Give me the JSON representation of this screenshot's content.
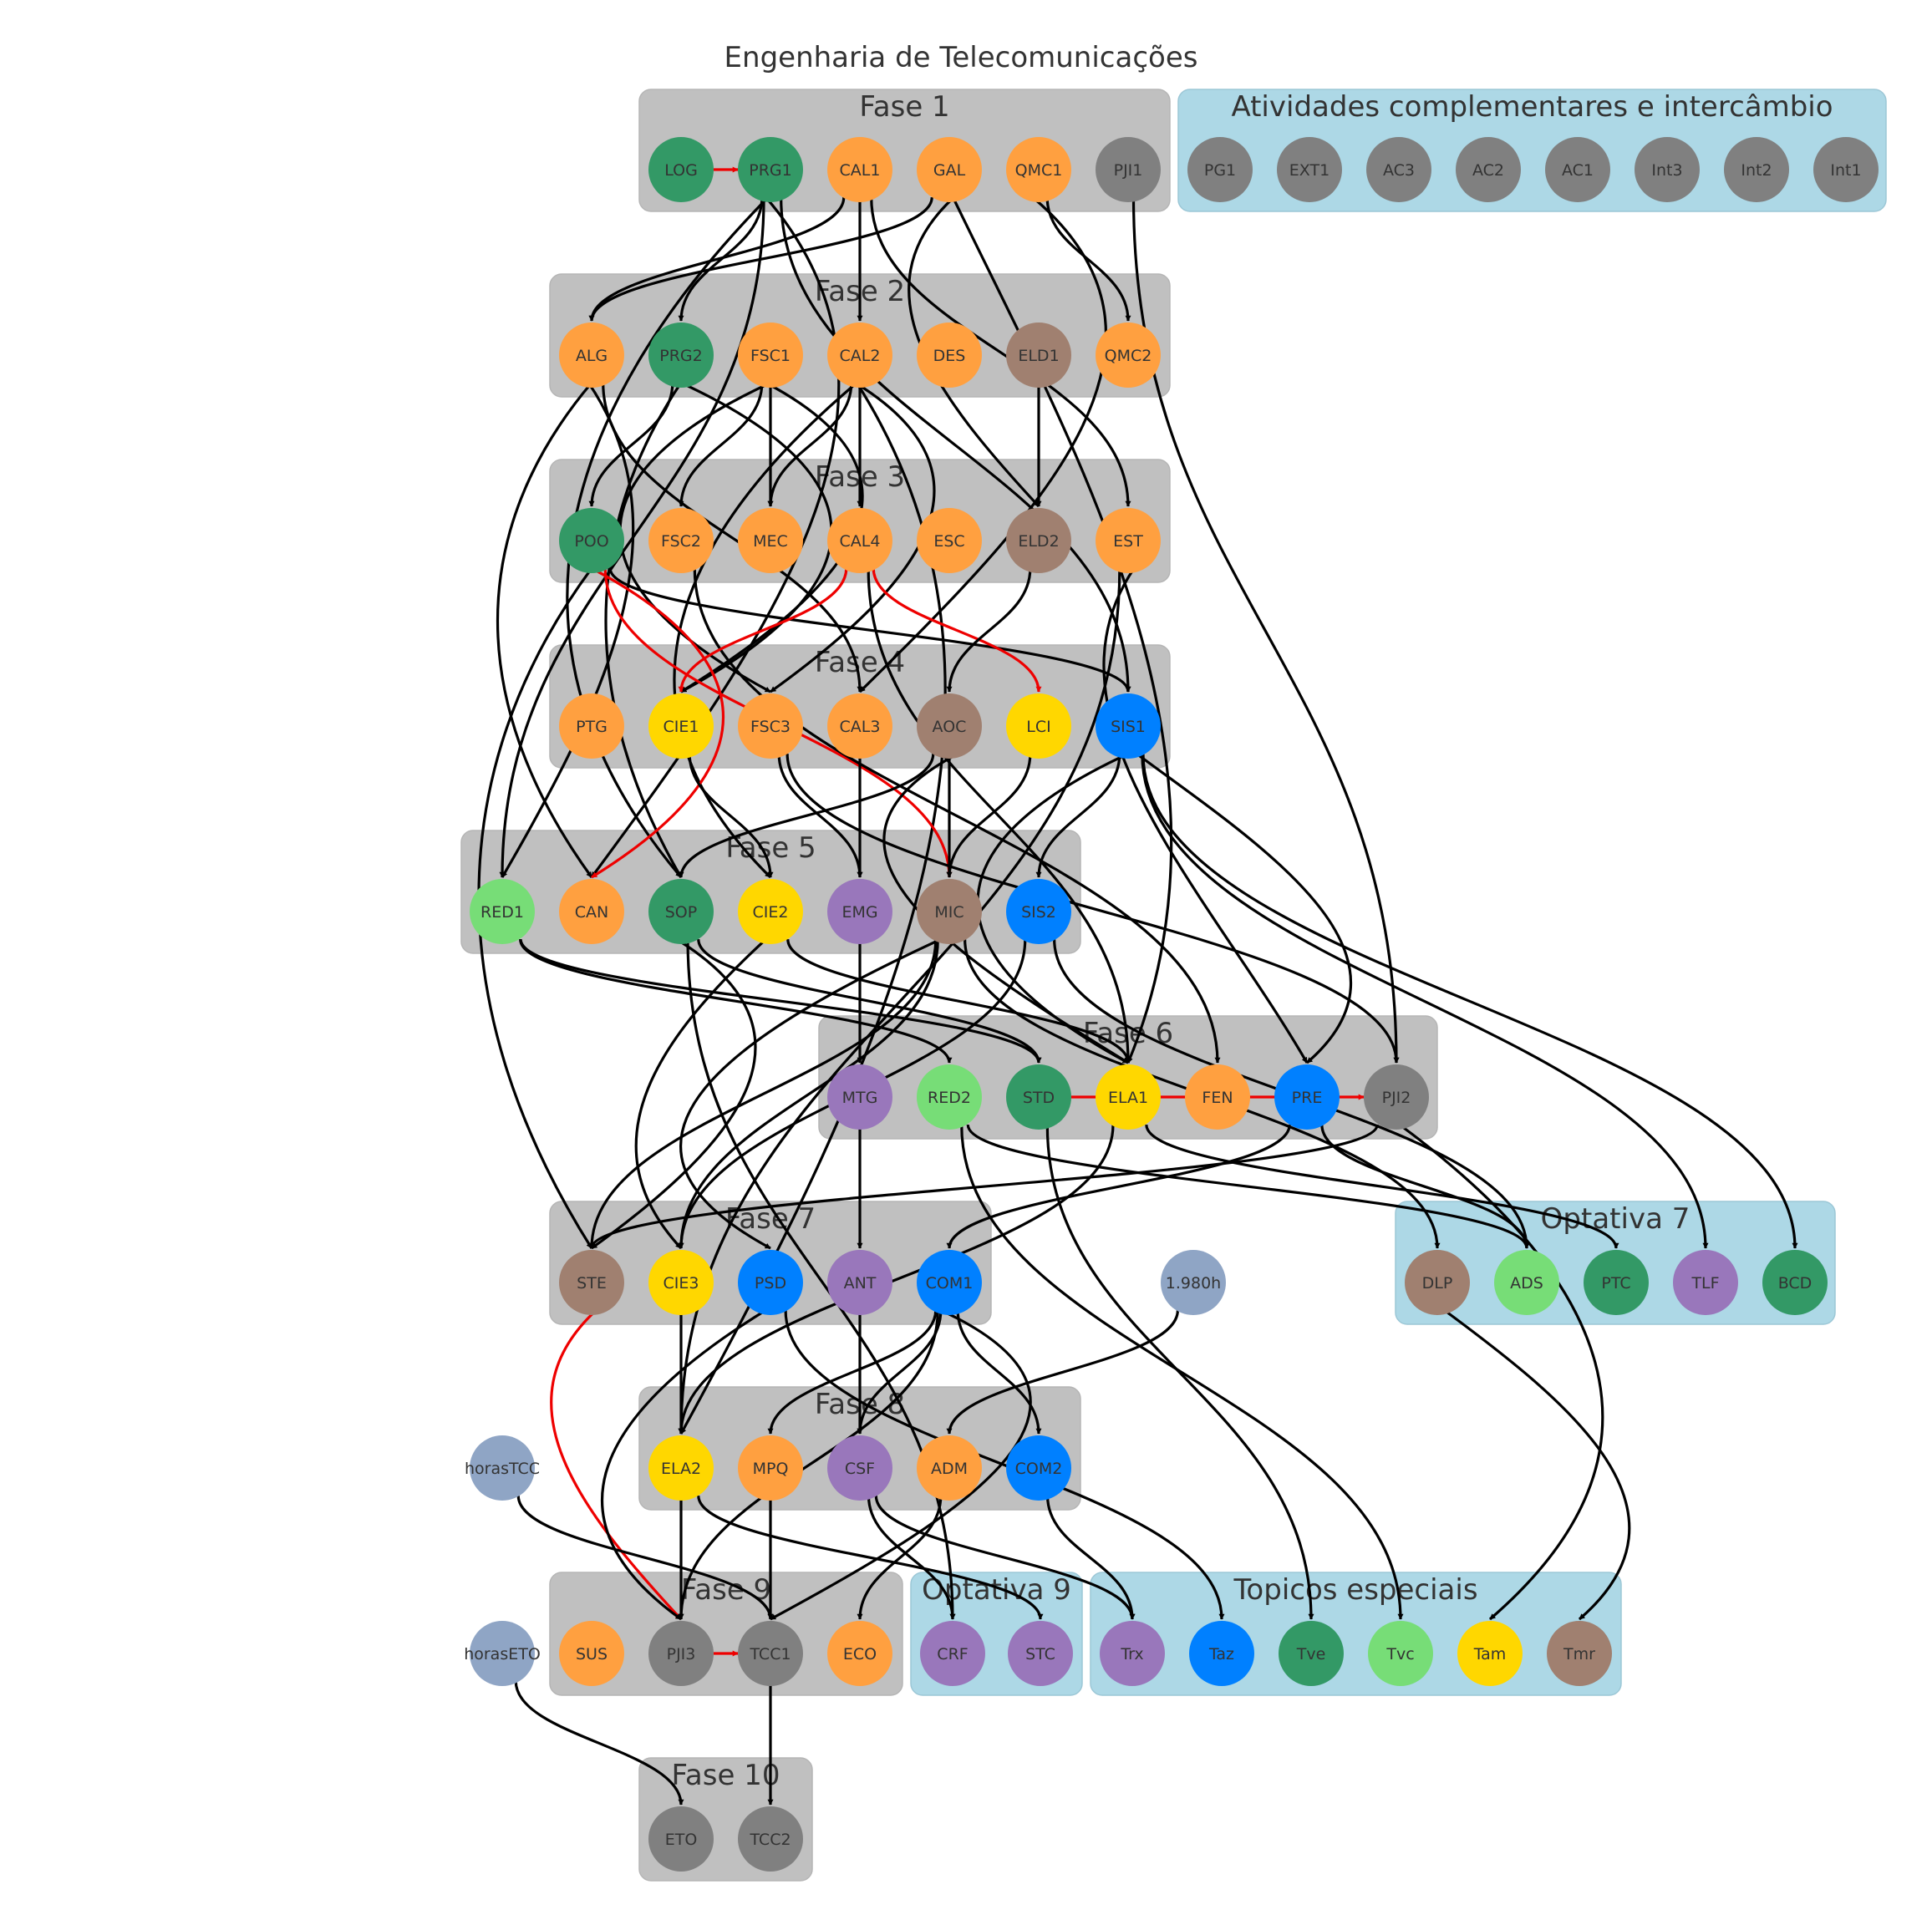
{
  "title": "Engenharia de Telecomunicações",
  "colors": {
    "cluster_gray": "#c0c0c0",
    "cluster_blue": "#add8e6",
    "orange": "#ffa040",
    "green": "#339966",
    "light_green": "#77dd77",
    "gray": "#808080",
    "brown": "#a08070",
    "yellow": "#ffd700",
    "blue": "#0080ff",
    "purple": "#9977bb",
    "slate": "#8fa5c5",
    "edge_black": "#000000",
    "edge_red": "#ee0000"
  },
  "clusters": [
    {
      "id": "fase1",
      "label": "Fase 1",
      "fill": "cluster_gray"
    },
    {
      "id": "atividades",
      "label": "Atividades complementares e intercâmbio",
      "fill": "cluster_blue"
    },
    {
      "id": "fase2",
      "label": "Fase 2",
      "fill": "cluster_gray"
    },
    {
      "id": "fase3",
      "label": "Fase 3",
      "fill": "cluster_gray"
    },
    {
      "id": "fase4",
      "label": "Fase 4",
      "fill": "cluster_gray"
    },
    {
      "id": "fase5",
      "label": "Fase 5",
      "fill": "cluster_gray"
    },
    {
      "id": "fase6",
      "label": "Fase 6",
      "fill": "cluster_gray"
    },
    {
      "id": "fase7",
      "label": "Fase 7",
      "fill": "cluster_gray"
    },
    {
      "id": "optativa7",
      "label": "Optativa 7",
      "fill": "cluster_blue"
    },
    {
      "id": "fase8",
      "label": "Fase 8",
      "fill": "cluster_gray"
    },
    {
      "id": "fase9",
      "label": "Fase 9",
      "fill": "cluster_gray"
    },
    {
      "id": "optativa9",
      "label": "Optativa 9",
      "fill": "cluster_blue"
    },
    {
      "id": "topicos",
      "label": "Topicos especiais",
      "fill": "cluster_blue"
    },
    {
      "id": "fase10",
      "label": "Fase 10",
      "fill": "cluster_gray"
    }
  ],
  "nodes": [
    {
      "id": "LOG",
      "label": "LOG",
      "color": "green"
    },
    {
      "id": "PRG1",
      "label": "PRG1",
      "color": "green"
    },
    {
      "id": "CAL1",
      "label": "CAL1",
      "color": "orange"
    },
    {
      "id": "GAL",
      "label": "GAL",
      "color": "orange"
    },
    {
      "id": "QMC1",
      "label": "QMC1",
      "color": "orange"
    },
    {
      "id": "PJI1",
      "label": "PJI1",
      "color": "gray"
    },
    {
      "id": "PG1",
      "label": "PG1",
      "color": "gray"
    },
    {
      "id": "EXT1",
      "label": "EXT1",
      "color": "gray"
    },
    {
      "id": "AC3",
      "label": "AC3",
      "color": "gray"
    },
    {
      "id": "AC2",
      "label": "AC2",
      "color": "gray"
    },
    {
      "id": "AC1",
      "label": "AC1",
      "color": "gray"
    },
    {
      "id": "Int3",
      "label": "Int3",
      "color": "gray"
    },
    {
      "id": "Int2",
      "label": "Int2",
      "color": "gray"
    },
    {
      "id": "Int1",
      "label": "Int1",
      "color": "gray"
    },
    {
      "id": "ALG",
      "label": "ALG",
      "color": "orange"
    },
    {
      "id": "PRG2",
      "label": "PRG2",
      "color": "green"
    },
    {
      "id": "FSC1",
      "label": "FSC1",
      "color": "orange"
    },
    {
      "id": "CAL2",
      "label": "CAL2",
      "color": "orange"
    },
    {
      "id": "DES",
      "label": "DES",
      "color": "orange"
    },
    {
      "id": "ELD1",
      "label": "ELD1",
      "color": "brown"
    },
    {
      "id": "QMC2",
      "label": "QMC2",
      "color": "orange"
    },
    {
      "id": "POO",
      "label": "POO",
      "color": "green"
    },
    {
      "id": "FSC2",
      "label": "FSC2",
      "color": "orange"
    },
    {
      "id": "MEC",
      "label": "MEC",
      "color": "orange"
    },
    {
      "id": "CAL4",
      "label": "CAL4",
      "color": "orange"
    },
    {
      "id": "ESC",
      "label": "ESC",
      "color": "orange"
    },
    {
      "id": "ELD2",
      "label": "ELD2",
      "color": "brown"
    },
    {
      "id": "EST",
      "label": "EST",
      "color": "orange"
    },
    {
      "id": "PTG",
      "label": "PTG",
      "color": "orange"
    },
    {
      "id": "CIE1",
      "label": "CIE1",
      "color": "yellow"
    },
    {
      "id": "FSC3",
      "label": "FSC3",
      "color": "orange"
    },
    {
      "id": "CAL3",
      "label": "CAL3",
      "color": "orange"
    },
    {
      "id": "AOC",
      "label": "AOC",
      "color": "brown"
    },
    {
      "id": "LCI",
      "label": "LCI",
      "color": "yellow"
    },
    {
      "id": "SIS1",
      "label": "SIS1",
      "color": "blue"
    },
    {
      "id": "RED1",
      "label": "RED1",
      "color": "light_green"
    },
    {
      "id": "CAN",
      "label": "CAN",
      "color": "orange"
    },
    {
      "id": "SOP",
      "label": "SOP",
      "color": "green"
    },
    {
      "id": "CIE2",
      "label": "CIE2",
      "color": "yellow"
    },
    {
      "id": "EMG",
      "label": "EMG",
      "color": "purple"
    },
    {
      "id": "MIC",
      "label": "MIC",
      "color": "brown"
    },
    {
      "id": "SIS2",
      "label": "SIS2",
      "color": "blue"
    },
    {
      "id": "MTG",
      "label": "MTG",
      "color": "purple"
    },
    {
      "id": "RED2",
      "label": "RED2",
      "color": "light_green"
    },
    {
      "id": "STD",
      "label": "STD",
      "color": "green"
    },
    {
      "id": "ELA1",
      "label": "ELA1",
      "color": "yellow"
    },
    {
      "id": "FEN",
      "label": "FEN",
      "color": "orange"
    },
    {
      "id": "PRE",
      "label": "PRE",
      "color": "blue"
    },
    {
      "id": "PJI2",
      "label": "PJI2",
      "color": "gray"
    },
    {
      "id": "STE",
      "label": "STE",
      "color": "brown"
    },
    {
      "id": "CIE3",
      "label": "CIE3",
      "color": "yellow"
    },
    {
      "id": "PSD",
      "label": "PSD",
      "color": "blue"
    },
    {
      "id": "ANT",
      "label": "ANT",
      "color": "purple"
    },
    {
      "id": "COM1",
      "label": "COM1",
      "color": "blue"
    },
    {
      "id": "H1980",
      "label": "1.980h",
      "color": "slate"
    },
    {
      "id": "DLP",
      "label": "DLP",
      "color": "brown"
    },
    {
      "id": "ADS",
      "label": "ADS",
      "color": "light_green"
    },
    {
      "id": "PTC",
      "label": "PTC",
      "color": "green"
    },
    {
      "id": "TLF",
      "label": "TLF",
      "color": "purple"
    },
    {
      "id": "BCD",
      "label": "BCD",
      "color": "green"
    },
    {
      "id": "horasTCC",
      "label": "horasTCC",
      "color": "slate"
    },
    {
      "id": "ELA2",
      "label": "ELA2",
      "color": "yellow"
    },
    {
      "id": "MPQ",
      "label": "MPQ",
      "color": "orange"
    },
    {
      "id": "CSF",
      "label": "CSF",
      "color": "purple"
    },
    {
      "id": "ADM",
      "label": "ADM",
      "color": "orange"
    },
    {
      "id": "COM2",
      "label": "COM2",
      "color": "blue"
    },
    {
      "id": "horasETO",
      "label": "horasETO",
      "color": "slate"
    },
    {
      "id": "SUS",
      "label": "SUS",
      "color": "orange"
    },
    {
      "id": "PJI3",
      "label": "PJI3",
      "color": "gray"
    },
    {
      "id": "TCC1",
      "label": "TCC1",
      "color": "gray"
    },
    {
      "id": "ECO",
      "label": "ECO",
      "color": "orange"
    },
    {
      "id": "CRF",
      "label": "CRF",
      "color": "purple"
    },
    {
      "id": "STC",
      "label": "STC",
      "color": "purple"
    },
    {
      "id": "Trx",
      "label": "Trx",
      "color": "purple"
    },
    {
      "id": "Taz",
      "label": "Taz",
      "color": "blue"
    },
    {
      "id": "Tve",
      "label": "Tve",
      "color": "green"
    },
    {
      "id": "Tvc",
      "label": "Tvc",
      "color": "light_green"
    },
    {
      "id": "Tam",
      "label": "Tam",
      "color": "yellow"
    },
    {
      "id": "Tmr",
      "label": "Tmr",
      "color": "brown"
    },
    {
      "id": "ETO",
      "label": "ETO",
      "color": "gray"
    },
    {
      "id": "TCC2",
      "label": "TCC2",
      "color": "gray"
    }
  ],
  "edges": [
    {
      "from": "LOG",
      "to": "PRG1",
      "color": "edge_red"
    },
    {
      "from": "PRG1",
      "to": "PRG2",
      "color": "edge_black"
    },
    {
      "from": "PRG1",
      "to": "RED1",
      "color": "edge_black"
    },
    {
      "from": "PRG1",
      "to": "CAN",
      "color": "edge_black"
    },
    {
      "from": "PRG1",
      "to": "SOP",
      "color": "edge_black"
    },
    {
      "from": "PRG1",
      "to": "SIS1",
      "color": "edge_black"
    },
    {
      "from": "CAL1",
      "to": "CAL2",
      "color": "edge_black"
    },
    {
      "from": "CAL1",
      "to": "ALG",
      "color": "edge_black"
    },
    {
      "from": "CAL1",
      "to": "EST",
      "color": "edge_black"
    },
    {
      "from": "GAL",
      "to": "ALG",
      "color": "edge_black"
    },
    {
      "from": "GAL",
      "to": "ELD2",
      "color": "edge_black"
    },
    {
      "from": "GAL",
      "to": "ELA1",
      "color": "edge_black"
    },
    {
      "from": "QMC1",
      "to": "QMC2",
      "color": "edge_black"
    },
    {
      "from": "QMC1",
      "to": "CAL3",
      "color": "edge_black"
    },
    {
      "from": "PJI1",
      "to": "PJI2",
      "color": "edge_black"
    },
    {
      "from": "ALG",
      "to": "RED1",
      "color": "edge_black"
    },
    {
      "from": "ALG",
      "to": "CAN",
      "color": "edge_black"
    },
    {
      "from": "ALG",
      "to": "CAL3",
      "color": "edge_black"
    },
    {
      "from": "PRG2",
      "to": "POO",
      "color": "edge_black"
    },
    {
      "from": "PRG2",
      "to": "CIE1",
      "color": "edge_black"
    },
    {
      "from": "PRG2",
      "to": "SOP",
      "color": "edge_black"
    },
    {
      "from": "FSC1",
      "to": "FSC2",
      "color": "edge_black"
    },
    {
      "from": "FSC1",
      "to": "MEC",
      "color": "edge_black"
    },
    {
      "from": "FSC1",
      "to": "CIE1",
      "color": "edge_black"
    },
    {
      "from": "FSC1",
      "to": "FSC3",
      "color": "edge_black"
    },
    {
      "from": "CAL2",
      "to": "CAL4",
      "color": "edge_black"
    },
    {
      "from": "CAL2",
      "to": "MEC",
      "color": "edge_black"
    },
    {
      "from": "CAL2",
      "to": "FSC3",
      "color": "edge_black"
    },
    {
      "from": "CAL2",
      "to": "CIE2",
      "color": "edge_black"
    },
    {
      "from": "CAL2",
      "to": "ELA2",
      "color": "edge_black"
    },
    {
      "from": "ELD1",
      "to": "ELD2",
      "color": "edge_black"
    },
    {
      "from": "POO",
      "to": "SIS1",
      "color": "edge_black"
    },
    {
      "from": "POO",
      "to": "STE",
      "color": "edge_black"
    },
    {
      "from": "POO",
      "to": "CAN",
      "color": "edge_red"
    },
    {
      "from": "POO",
      "to": "MIC",
      "color": "edge_red"
    },
    {
      "from": "FSC2",
      "to": "FEN",
      "color": "edge_black"
    },
    {
      "from": "CAL4",
      "to": "CIE1",
      "color": "edge_red"
    },
    {
      "from": "CAL4",
      "to": "LCI",
      "color": "edge_red"
    },
    {
      "from": "CAL4",
      "to": "ELA1",
      "color": "edge_black"
    },
    {
      "from": "ELD2",
      "to": "AOC",
      "color": "edge_black"
    },
    {
      "from": "EST",
      "to": "PRE",
      "color": "edge_black"
    },
    {
      "from": "EST",
      "to": "ELA2",
      "color": "edge_black"
    },
    {
      "from": "CIE1",
      "to": "CIE2",
      "color": "edge_black"
    },
    {
      "from": "FSC3",
      "to": "EMG",
      "color": "edge_black"
    },
    {
      "from": "FSC3",
      "to": "PJI2",
      "color": "edge_black"
    },
    {
      "from": "CAL3",
      "to": "EMG",
      "color": "edge_black"
    },
    {
      "from": "AOC",
      "to": "MIC",
      "color": "edge_black"
    },
    {
      "from": "AOC",
      "to": "SOP",
      "color": "edge_black"
    },
    {
      "from": "AOC",
      "to": "ELA1",
      "color": "edge_black"
    },
    {
      "from": "LCI",
      "to": "MIC",
      "color": "edge_black"
    },
    {
      "from": "SIS1",
      "to": "SIS2",
      "color": "edge_black"
    },
    {
      "from": "SIS1",
      "to": "PRE",
      "color": "edge_black"
    },
    {
      "from": "SIS1",
      "to": "TLF",
      "color": "edge_black"
    },
    {
      "from": "SIS1",
      "to": "BCD",
      "color": "edge_black"
    },
    {
      "from": "SIS1",
      "to": "ELA1",
      "color": "edge_black"
    },
    {
      "from": "RED1",
      "to": "RED2",
      "color": "edge_black"
    },
    {
      "from": "RED1",
      "to": "STD",
      "color": "edge_black"
    },
    {
      "from": "SOP",
      "to": "STE",
      "color": "edge_black"
    },
    {
      "from": "SOP",
      "to": "STD",
      "color": "edge_black"
    },
    {
      "from": "SOP",
      "to": "CRF",
      "color": "edge_black"
    },
    {
      "from": "CIE2",
      "to": "CIE3",
      "color": "edge_black"
    },
    {
      "from": "CIE2",
      "to": "ELA1",
      "color": "edge_black"
    },
    {
      "from": "EMG",
      "to": "MTG",
      "color": "edge_black"
    },
    {
      "from": "MIC",
      "to": "STE",
      "color": "edge_black"
    },
    {
      "from": "MIC",
      "to": "PSD",
      "color": "edge_black"
    },
    {
      "from": "MIC",
      "to": "CIE3",
      "color": "edge_black"
    },
    {
      "from": "MIC",
      "to": "DLP",
      "color": "edge_black"
    },
    {
      "from": "SIS2",
      "to": "CIE3",
      "color": "edge_black"
    },
    {
      "from": "SIS2",
      "to": "ADS",
      "color": "edge_black"
    },
    {
      "from": "STD",
      "to": "PJI2",
      "color": "edge_red"
    },
    {
      "from": "STD",
      "to": "Tve",
      "color": "edge_black"
    },
    {
      "from": "MTG",
      "to": "ANT",
      "color": "edge_black"
    },
    {
      "from": "RED2",
      "to": "ADS",
      "color": "edge_black"
    },
    {
      "from": "RED2",
      "to": "Tvc",
      "color": "edge_black"
    },
    {
      "from": "ELA1",
      "to": "ELA2",
      "color": "edge_black"
    },
    {
      "from": "ELA1",
      "to": "PTC",
      "color": "edge_black"
    },
    {
      "from": "PRE",
      "to": "COM1",
      "color": "edge_black"
    },
    {
      "from": "PRE",
      "to": "ADS",
      "color": "edge_black"
    },
    {
      "from": "PJI2",
      "to": "STE",
      "color": "edge_black"
    },
    {
      "from": "PJI2",
      "to": "Tam",
      "color": "edge_black"
    },
    {
      "from": "STE",
      "to": "PJI3",
      "color": "edge_red"
    },
    {
      "from": "CIE3",
      "to": "ELA2",
      "color": "edge_black"
    },
    {
      "from": "PSD",
      "to": "PJI3",
      "color": "edge_black"
    },
    {
      "from": "PSD",
      "to": "Taz",
      "color": "edge_black"
    },
    {
      "from": "ANT",
      "to": "CSF",
      "color": "edge_black"
    },
    {
      "from": "COM1",
      "to": "COM2",
      "color": "edge_black"
    },
    {
      "from": "COM1",
      "to": "CSF",
      "color": "edge_black"
    },
    {
      "from": "COM1",
      "to": "MPQ",
      "color": "edge_black"
    },
    {
      "from": "COM1",
      "to": "PJI3",
      "color": "edge_black"
    },
    {
      "from": "COM1",
      "to": "TCC1",
      "color": "edge_black"
    },
    {
      "from": "H1980",
      "to": "ADM",
      "color": "edge_black"
    },
    {
      "from": "DLP",
      "to": "Tmr",
      "color": "edge_black"
    },
    {
      "from": "horasTCC",
      "to": "TCC1",
      "color": "edge_black"
    },
    {
      "from": "ELA2",
      "to": "PJI3",
      "color": "edge_black"
    },
    {
      "from": "ELA2",
      "to": "STC",
      "color": "edge_black"
    },
    {
      "from": "MPQ",
      "to": "TCC1",
      "color": "edge_black"
    },
    {
      "from": "CSF",
      "to": "Trx",
      "color": "edge_black"
    },
    {
      "from": "CSF",
      "to": "CRF",
      "color": "edge_black"
    },
    {
      "from": "ADM",
      "to": "ECO",
      "color": "edge_black"
    },
    {
      "from": "COM2",
      "to": "Trx",
      "color": "edge_black"
    },
    {
      "from": "horasETO",
      "to": "ETO",
      "color": "edge_black"
    },
    {
      "from": "PJI3",
      "to": "TCC1",
      "color": "edge_red"
    },
    {
      "from": "TCC1",
      "to": "TCC2",
      "color": "edge_black"
    }
  ]
}
